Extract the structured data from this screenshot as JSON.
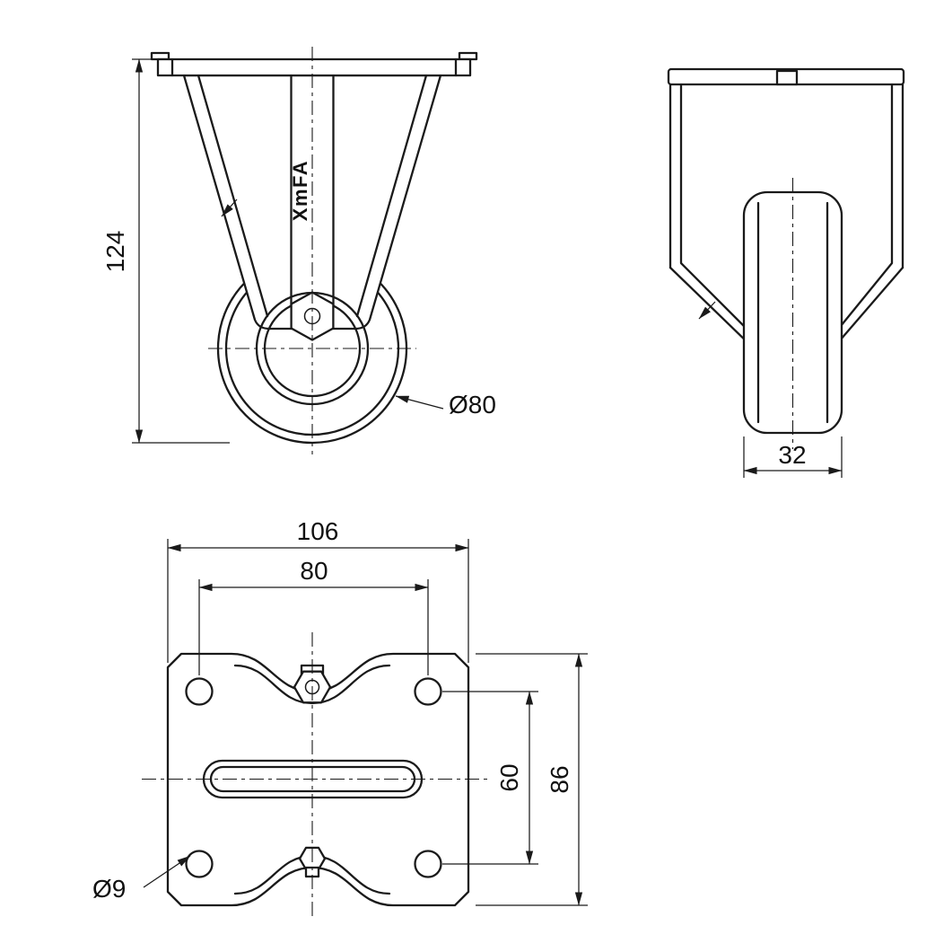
{
  "meta": {
    "background": "#ffffff",
    "line_color": "#1a1a1a",
    "drawing_type": "fixed-caster-3-view-technical-drawing"
  },
  "brand": {
    "stamp": "XmFA"
  },
  "front_view": {
    "height": "124",
    "wheel_diameter": "Ø80"
  },
  "side_view": {
    "tread_width": "32"
  },
  "plan_view": {
    "plate_width": "106",
    "bolt_spacing_width": "80",
    "bolt_spacing_depth": "60",
    "plate_depth": "86",
    "bolt_hole_diameter": "Ø9"
  }
}
